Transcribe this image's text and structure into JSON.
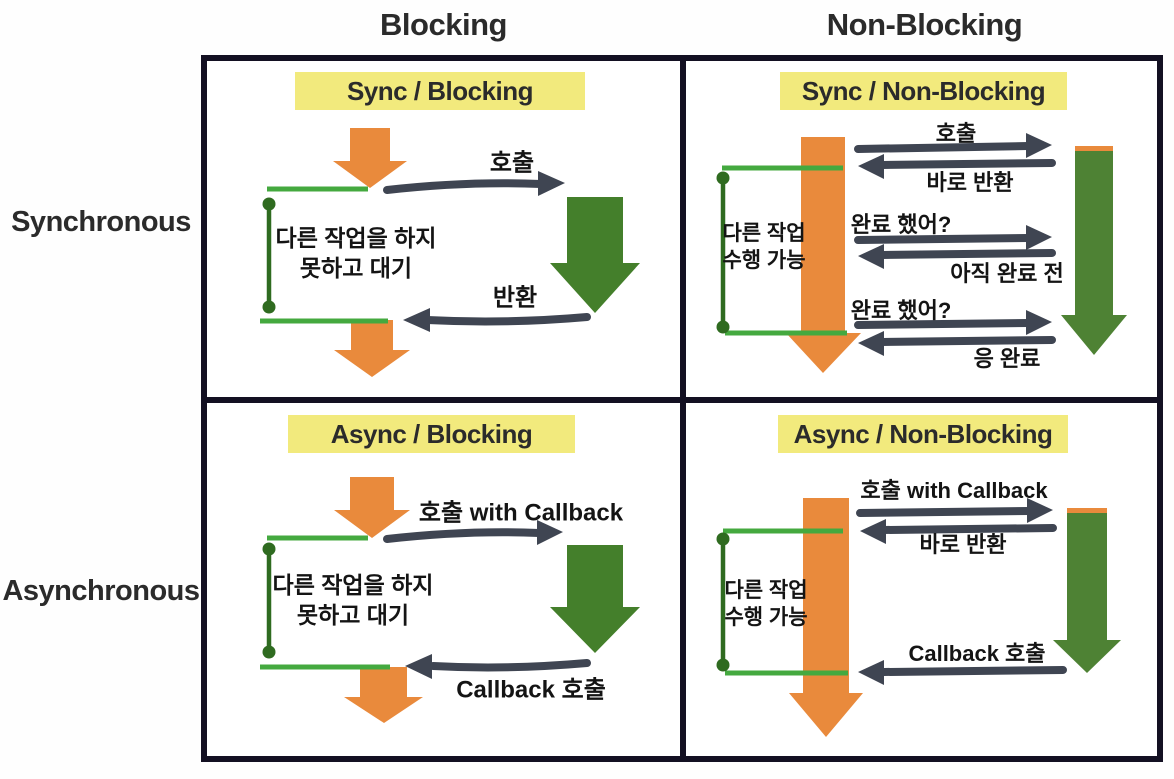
{
  "colors": {
    "caller_orange": "#E98A3C",
    "callee_green": "#447F2B",
    "timeline_green": "#44A93F",
    "connector_dark_green": "#2F6B20",
    "title_yellow": "#F2EA7D",
    "frame_navy": "#131022",
    "arrow_slate": "#3F4552",
    "text_dark": "#1d1d1d"
  },
  "headers": {
    "col_blocking": "Blocking",
    "col_nonblocking": "Non-Blocking",
    "row_sync": "Synchronous",
    "row_async": "Asynchronous"
  },
  "sync_blocking": {
    "title": "Sync / Blocking",
    "call": "호출",
    "ret": "반환",
    "wait1": "다른 작업을 하지",
    "wait2": "못하고 대기"
  },
  "sync_nonblocking": {
    "title": "Sync / Non-Blocking",
    "call": "호출",
    "ret": "바로 반환",
    "poll1": "완료 했어?",
    "poll1_reply": "아직 완료 전",
    "poll2": "완료 했어?",
    "poll2_reply": "응 완료",
    "wait1": "다른 작업",
    "wait2": "수행 가능"
  },
  "async_blocking": {
    "title": "Async / Blocking",
    "call": "호출 with Callback",
    "ret": "Callback 호출",
    "wait1": "다른 작업을 하지",
    "wait2": "못하고 대기"
  },
  "async_nonblocking": {
    "title": "Async / Non-Blocking",
    "call": "호출 with Callback",
    "ret": "바로 반환",
    "callback": "Callback 호출",
    "wait1": "다른 작업",
    "wait2": "수행 가능"
  }
}
